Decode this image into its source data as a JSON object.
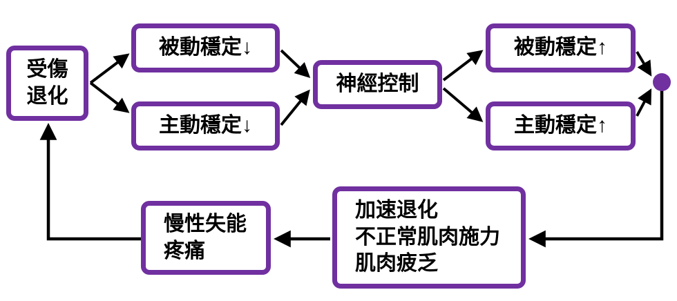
{
  "diagram": {
    "type": "flowchart",
    "colors": {
      "box_border": "#7030A0",
      "junction_dot": "#7030A0",
      "arrow": "#000000",
      "text": "#000000",
      "background": "#FFFFFF"
    },
    "nodes": {
      "injury": {
        "lines": [
          "受傷",
          "退化"
        ]
      },
      "passive_down": {
        "label": "被動穩定↓"
      },
      "active_down": {
        "label": "主動穩定↓"
      },
      "neural": {
        "label": "神經控制"
      },
      "passive_up": {
        "label": "被動穩定↑"
      },
      "active_up": {
        "label": "主動穩定↑"
      },
      "accelerated": {
        "lines": [
          "加速退化",
          "不正常肌肉施力",
          "肌肉疲乏"
        ]
      },
      "chronic": {
        "lines": [
          "慢性失能",
          "疼痛"
        ]
      }
    },
    "edges": [
      {
        "from": "injury",
        "to": "passive_down"
      },
      {
        "from": "injury",
        "to": "active_down"
      },
      {
        "from": "passive_down",
        "to": "neural"
      },
      {
        "from": "active_down",
        "to": "neural"
      },
      {
        "from": "neural",
        "to": "passive_up"
      },
      {
        "from": "neural",
        "to": "active_up"
      },
      {
        "from": "passive_up",
        "to": "junction"
      },
      {
        "from": "active_up",
        "to": "junction"
      },
      {
        "from": "junction",
        "to": "accelerated"
      },
      {
        "from": "accelerated",
        "to": "chronic"
      },
      {
        "from": "chronic",
        "to": "injury"
      }
    ]
  }
}
